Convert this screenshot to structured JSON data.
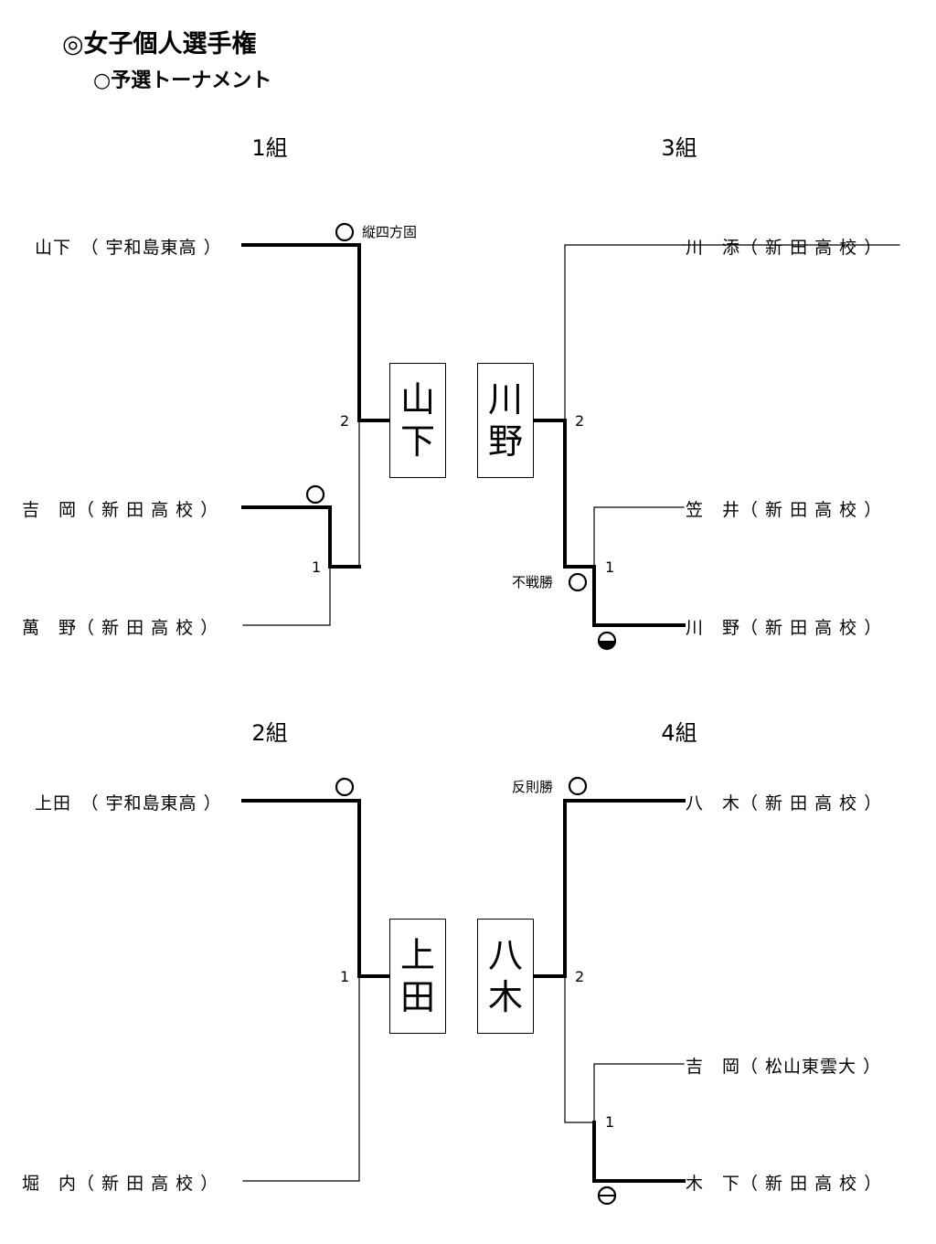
{
  "title": "◎女子個人選手権",
  "subtitle": "○予選トーナメント",
  "groups": [
    {
      "label": "1組",
      "players": [
        "山下　（ 宇和島東高 ）",
        "吉　岡（ 新 田 高 校 ）",
        "萬　野（ 新 田 高 校 ）"
      ],
      "match_numbers": [
        "2",
        "1"
      ],
      "winner": [
        "山",
        "下"
      ],
      "notes": [
        "縦四方固"
      ]
    },
    {
      "label": "2組",
      "players": [
        "上田　（ 宇和島東高 ）",
        "堀　内（ 新 田 高 校 ）"
      ],
      "match_numbers": [
        "1"
      ],
      "winner": [
        "上",
        "田"
      ],
      "notes": []
    },
    {
      "label": "3組",
      "players": [
        "川　添（ 新 田 高 校 ）",
        "笠　井（ 新 田 高 校 ）",
        "川　野（ 新 田 高 校 ）"
      ],
      "match_numbers": [
        "2",
        "1"
      ],
      "winner": [
        "川",
        "野"
      ],
      "notes": [
        "不戦勝"
      ]
    },
    {
      "label": "4組",
      "players": [
        "八　木（ 新 田 高 校 ）",
        "吉　岡（ 松山東雲大 ）",
        "木　下（ 新 田 高 校 ）"
      ],
      "match_numbers": [
        "2",
        "1"
      ],
      "winner": [
        "八",
        "木"
      ],
      "notes": [
        "反則勝"
      ]
    }
  ]
}
